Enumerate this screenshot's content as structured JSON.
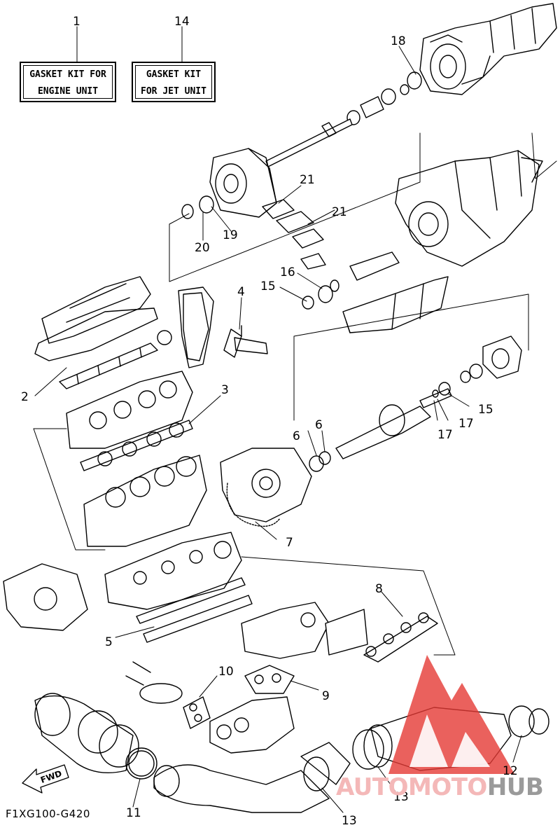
{
  "kits": {
    "engine": {
      "number": "1",
      "line1": "GASKET KIT FOR",
      "line2": "ENGINE UNIT"
    },
    "jet": {
      "number": "14",
      "line1": "GASKET KIT",
      "line2": "FOR JET UNIT"
    }
  },
  "callouts": {
    "c2": "2",
    "c3": "3",
    "c4": "4",
    "c5": "5",
    "c6a": "6",
    "c6b": "6",
    "c7": "7",
    "c8": "8",
    "c9": "9",
    "c10": "10",
    "c11": "11",
    "c12": "12",
    "c13a": "13",
    "c13b": "13",
    "c15a": "15",
    "c15b": "15",
    "c16": "16",
    "c17a": "17",
    "c17b": "17",
    "c18": "18",
    "c19": "19",
    "c20": "20",
    "c21a": "21",
    "c21b": "21"
  },
  "diagram_code": "F1XG100-G420",
  "fwd_label": "FWD",
  "watermark": {
    "part1": "AUTO",
    "part2": "MOTO",
    "part3": "HUB",
    "color_logo": "#e53935",
    "color_text": "#f4b8b8"
  },
  "colors": {
    "line": "#000000",
    "background": "#ffffff"
  }
}
